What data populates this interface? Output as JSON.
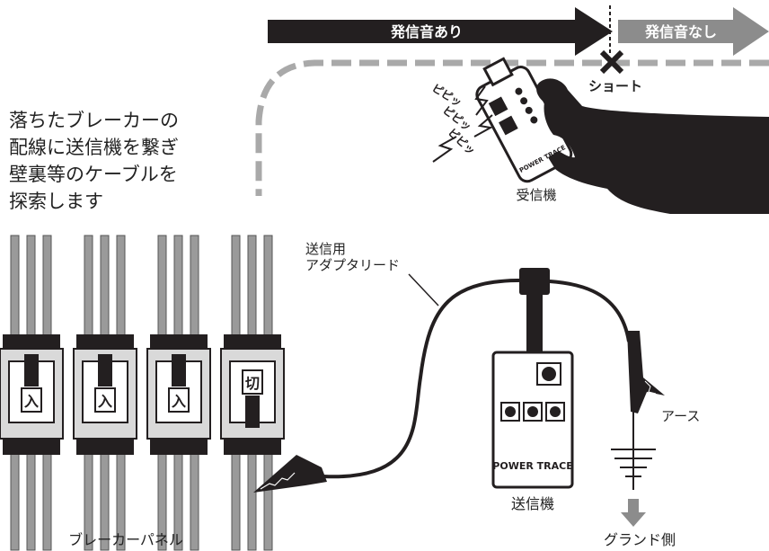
{
  "arrows": {
    "signal_on": "発信音あり",
    "signal_off": "発信音なし"
  },
  "fault_label": "ショート",
  "description": [
    "落ちたブレーカーの",
    "配線に送信機を繋ぎ",
    "壁裏等のケーブルを",
    "探索します"
  ],
  "receiver": {
    "label": "受信機",
    "device_text": "POWER TRACE",
    "beep_sound": "ピピッ"
  },
  "adapter_lead": [
    "送信用",
    "アダプタリード"
  ],
  "transmitter": {
    "label": "送信機",
    "device_text": "POWER TRACE"
  },
  "earth_label": "アース",
  "ground_label": "グランド側",
  "panel_label": "ブレーカーパネル",
  "breakers": [
    "入",
    "入",
    "入",
    "切"
  ],
  "colors": {
    "arrow_on": "#231f20",
    "arrow_off": "#8c8c8c",
    "cable_dash": "#a9a9a9",
    "wire_gray": "#9a9a9a"
  }
}
